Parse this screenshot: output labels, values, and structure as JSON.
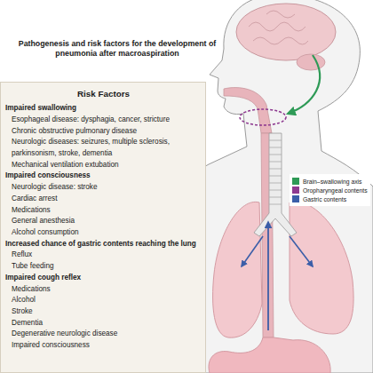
{
  "diagram": {
    "title": "Pathogenesis and risk factors for the development of pneumonia after macroaspiration",
    "nodes": [
      {
        "text": [
          "Risk Factors",
          "Impaired swallowing",
          "Esophageal disease: dysphagia, cancer, stricture",
          "Chronic obstructive pulmonary disease",
          "Neurologic diseases: seizures, multiple sclerosis, parkinsonism, stroke, dementia",
          "Mechanical ventilation extubation",
          "Impaired consciousness",
          "Neurologic disease: stroke",
          "Cardiac arrest",
          "Medications",
          "General anesthesia",
          "Alcohol consumption",
          "Increased chance of gastric contents reaching the lung",
          "Reflux",
          "Tube feeding",
          "Impaired cough reflex",
          "Medications",
          "Alcohol",
          "Stroke",
          "Dementia",
          "Degenerative neurologic disease",
          "Impaired consciousness"
        ]
      }
    ],
    "legend": [
      {
        "text": "Brain–swallowing axis",
        "color": "#2e9a56"
      },
      {
        "text": "Oropharyngeal contents",
        "color": "#8e3a90"
      },
      {
        "text": "Gastric contents",
        "color": "#3b5ea8"
      }
    ]
  }
}
